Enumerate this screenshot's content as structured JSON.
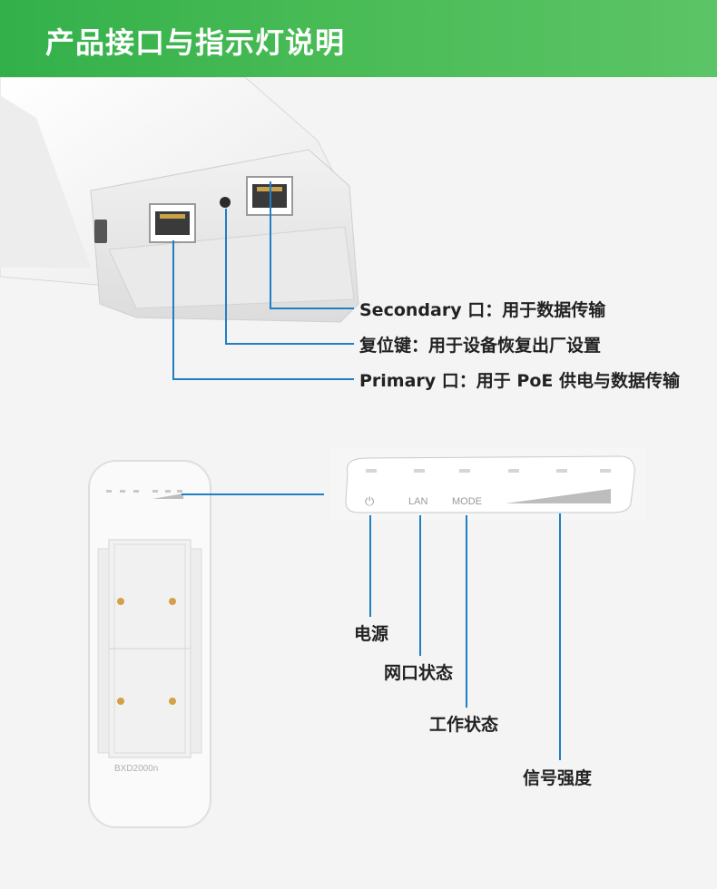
{
  "page_title": "产品接口与指示灯说明",
  "ports": {
    "secondary": "Secondary 口：用于数据传输",
    "reset": "复位键：用于设备恢复出厂设置",
    "primary": "Primary 口：用于 PoE 供电与数据传输"
  },
  "panel": {
    "power_symbol": "⏻",
    "lan_label": "LAN",
    "mode_label": "MODE"
  },
  "device_label": {
    "model": "BXD2000n"
  },
  "indicators": {
    "power": "电源",
    "lan": "网口状态",
    "mode": "工作状态",
    "signal": "信号强度"
  },
  "colors": {
    "header_green": "#3db34e",
    "leader_blue": "#1f7fc2"
  }
}
